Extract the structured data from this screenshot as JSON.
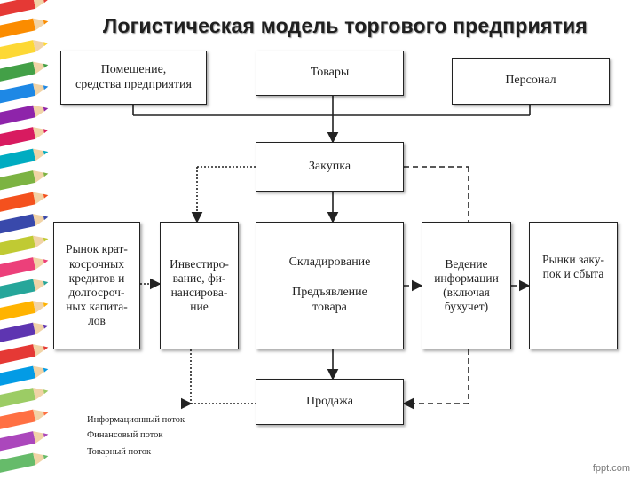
{
  "title": "Логистическая модель торгового предприятия",
  "boxes": {
    "premises": "Помещение,\nсредства предприятия",
    "goods": "Товары",
    "personnel": "Персонал",
    "purchase": "Закупка",
    "credit_market": "Рынок крат-\nкосрочных\nкредитов и\nдолгосроч-\nных капита-\nлов",
    "investment": "Инвестиро-\nвание, фи-\nнансирова-\nние",
    "warehousing": "Складирование\n\nПредъявление\nтовара",
    "info_management": "Ведение\nинформации\n(включая\nбухучет)",
    "markets": "Рынки заку-\nпок и сбыта",
    "sale": "Продажа"
  },
  "legend": {
    "info_flow": "Информационный поток",
    "financial_flow": "Финансовый поток",
    "goods_flow": "Товарный поток"
  },
  "watermark": "fppt.com",
  "colors": {
    "pencils": [
      "#e53935",
      "#fb8c00",
      "#fdd835",
      "#43a047",
      "#1e88e5",
      "#8e24aa",
      "#d81b60",
      "#00acc1",
      "#7cb342",
      "#f4511e",
      "#3949ab",
      "#c0ca33",
      "#ec407a",
      "#26a69a",
      "#ffb300",
      "#5e35b1",
      "#e53935",
      "#039be5",
      "#9ccc65",
      "#ff7043",
      "#ab47bc",
      "#66bb6a"
    ]
  }
}
